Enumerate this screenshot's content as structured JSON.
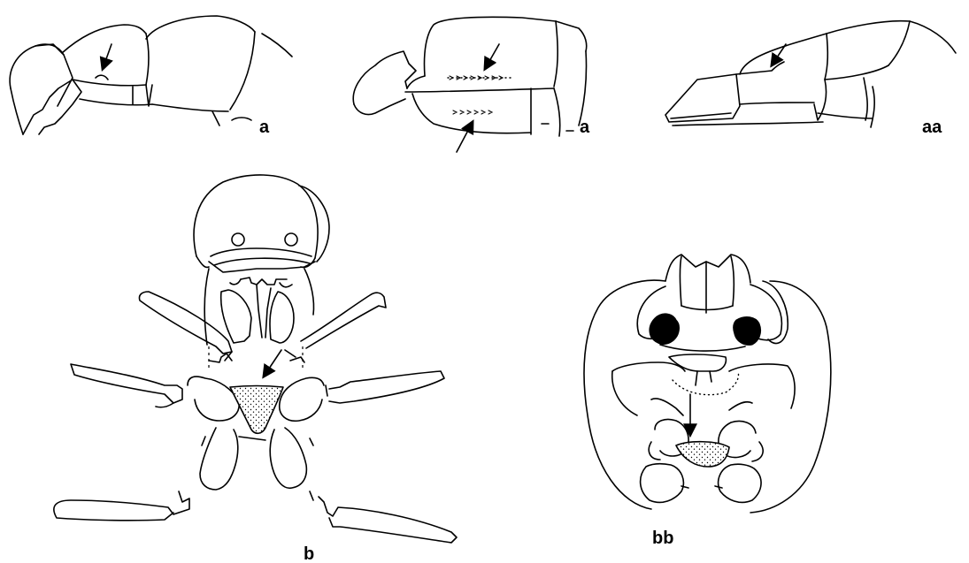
{
  "figure": {
    "panel_labels": {
      "a_first": "a",
      "a_second": "a",
      "aa": "aa",
      "b": "b",
      "bb": "bb"
    },
    "colors": {
      "ink": "#000000",
      "background": "#ffffff"
    }
  }
}
